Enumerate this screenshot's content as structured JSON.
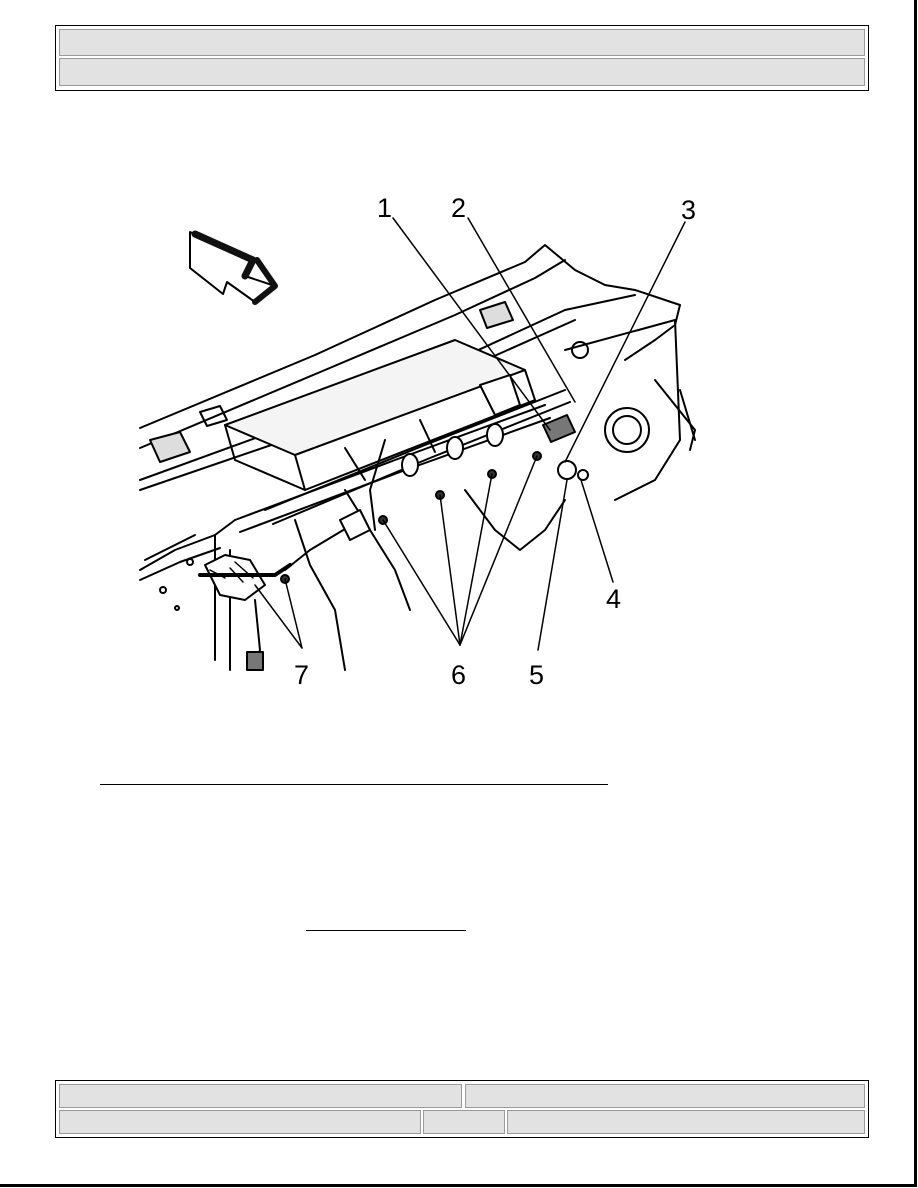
{
  "figure": {
    "callouts": [
      "1",
      "2",
      "3",
      "4",
      "5",
      "6",
      "7"
    ]
  },
  "colors": {
    "header_bar": "#e2e2e2",
    "border": "#000000"
  }
}
